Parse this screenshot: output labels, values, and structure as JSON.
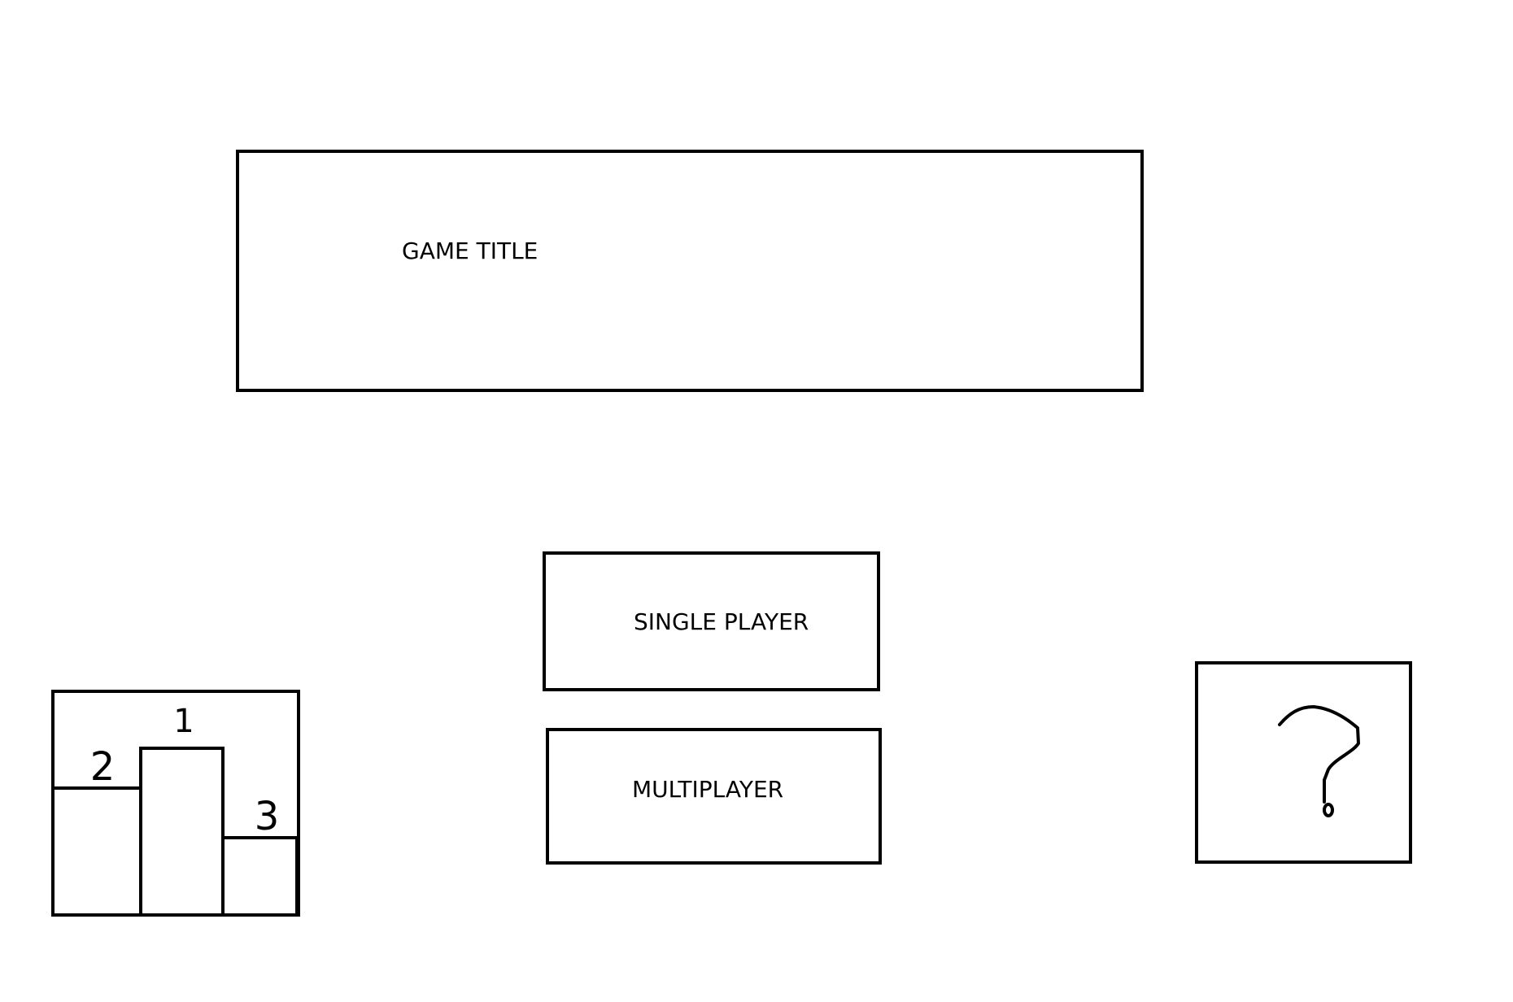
{
  "title_panel": {
    "title": "GAME TITLE"
  },
  "menu": {
    "single_player_label": "SINGLE PLAYER",
    "multiplayer_label": "MULTIPLAYER"
  },
  "leaderboard": {
    "icon": "podium-icon",
    "first_place": "1",
    "second_place": "2",
    "third_place": "3"
  },
  "help": {
    "icon": "question-mark-icon"
  }
}
